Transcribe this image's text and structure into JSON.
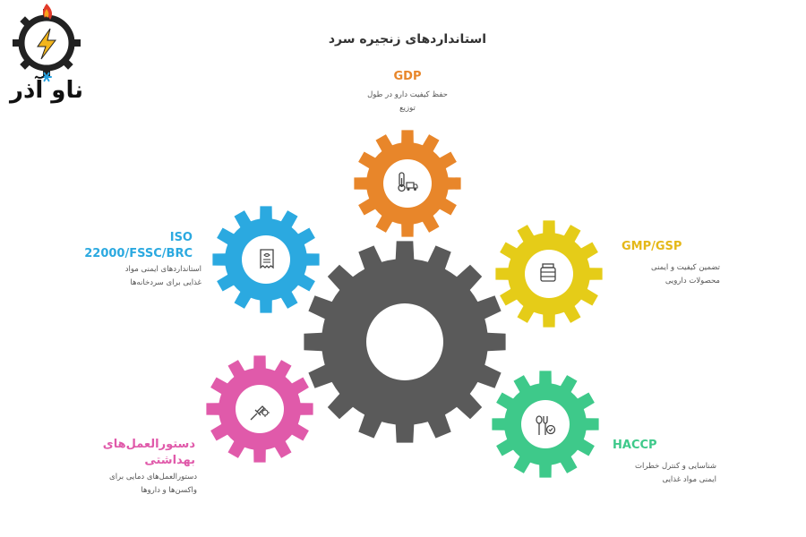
{
  "title": "استانداردهای زنجیره سرد",
  "logo": {
    "text": "ناو آذر",
    "icon": "flame-bolt-snowflake-logo"
  },
  "colors": {
    "center": "#5a5a5a",
    "gdp": "#e8862a",
    "gmp": "#e5cc18",
    "haccp": "#3ec98a",
    "hygiene": "#e05aaa",
    "iso": "#2ba9e0"
  },
  "items": {
    "gdp": {
      "heading": "GDP",
      "desc1": "حفظ کیفیت دارو در طول",
      "desc2": "توزیع",
      "icon": "thermometer-truck-icon"
    },
    "gmp": {
      "heading": "GMP/GSP",
      "desc1": "تضمین کیفیت و ایمنی",
      "desc2": "محصولات دارویی",
      "icon": "medicine-jar-icon"
    },
    "haccp": {
      "heading": "HACCP",
      "desc1": "شناسایی و کنترل خطرات",
      "desc2": "ایمنی مواد غذایی",
      "icon": "cutlery-check-icon"
    },
    "hygiene": {
      "heading1": "دستورالعمل‌های",
      "heading2": "بهداشتی",
      "desc1": "دستورالعمل‌های دمایی برای",
      "desc2": "واکسن‌ها و داروها",
      "icon": "dropper-virus-icon"
    },
    "iso": {
      "heading1": "ISO",
      "heading2": "22000/FSSC/BRC",
      "desc1": "استانداردهای ایمنی مواد",
      "desc2": "غذایی برای سردخانه‌ها",
      "icon": "receipt-icon"
    }
  }
}
